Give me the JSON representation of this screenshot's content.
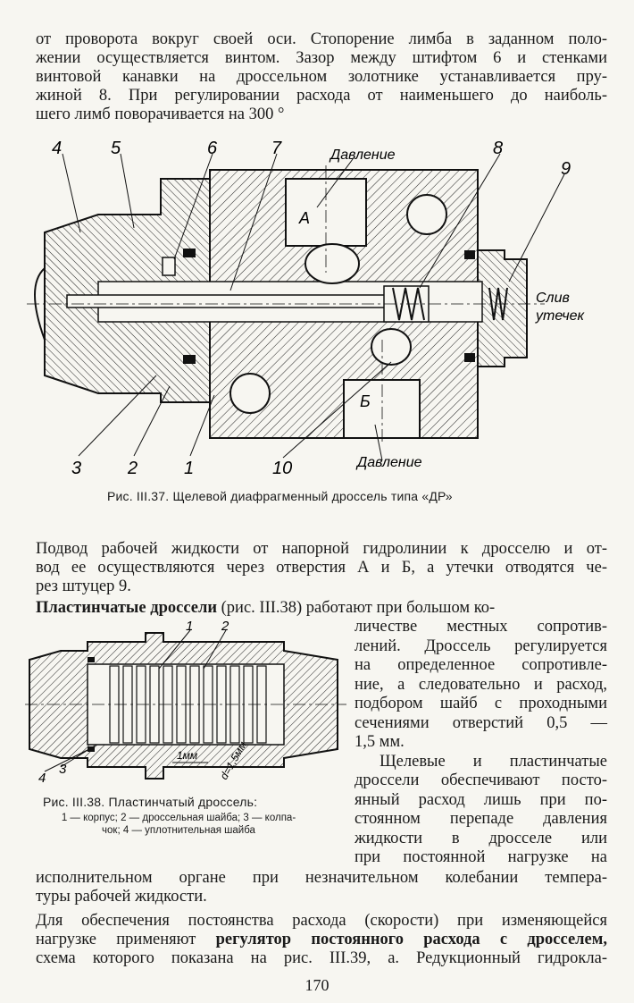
{
  "para1": [
    "от проворота вокруг своей оси. Стопорение лимба в заданном поло-",
    "жении осуществляется винтом. Зазор между штифтом 6 и стенками",
    "винтовой канавки на дроссельном золотнике устанавливается пру-",
    "жиной 8. При регулировании расхода от наименьшего до наиболь-",
    "шего лимб поворачивается на 300 °"
  ],
  "fig37": {
    "caption": "Рис. III.37. Щелевой диафрагменный дроссель типа «ДР»",
    "labels": {
      "n1": "1",
      "n2": "2",
      "n3": "3",
      "n4": "4",
      "n5": "5",
      "n6": "6",
      "n7": "7",
      "n8": "8",
      "n9": "9",
      "n10": "10",
      "pressure_top": "Давление",
      "pressure_bottom": "Давление",
      "port_a": "А",
      "port_b": "Б",
      "drain_1": "Слив",
      "drain_2": "утечек"
    }
  },
  "para2": [
    "Подвод рабочей жидкости от напорной гидролинии к дросселю и от-",
    "вод ее осуществляются через отверстия А и Б, а утечки отводятся че-",
    "рез штуцер 9."
  ],
  "para3": {
    "bold_lead": "Пластинчатые дроссели",
    "lines": [
      " (рис. III.38) работают при большом ко-",
      "личестве местных сопротив-",
      "лений. Дроссель регулируется",
      "на определенное сопротивле-",
      "ние, а следовательно и расход,",
      "подбором шайб с проходными",
      "сечениями отверстий 0,5 —",
      "1,5 мм."
    ]
  },
  "para4": [
    "Щелевые и пластинчатые",
    "дроссели обеспечивают посто-",
    "янный расход лишь при по-",
    "стоянном перепаде давления",
    "жидкости в дросселе или",
    "при постоянной нагрузке на",
    "исполнительном органе при незначительном колебании темпера-",
    "туры рабочей жидкости."
  ],
  "fig38": {
    "caption": "Рис. III.38. Пластинчатый дроссель:",
    "legend_1": "1 — корпус; 2 — дроссельная шайба; 3 — колпа-",
    "legend_2": "чок; 4 — уплотнительная шайба",
    "labels": {
      "n1": "1",
      "n2": "2",
      "n3": "3",
      "n4": "4",
      "dim1": "1мм",
      "dim2": "d=1,5мм"
    }
  },
  "para5": {
    "line1": "Для обеспечения постоянства расхода (скорости) при изменяющейся",
    "line2_a": "нагрузке применяют ",
    "line2_bold": "регулятор постоянного расхода с дросселем,",
    "line3": "схема которого показана на рис. III.39, а. Редукционный гидрокла-"
  },
  "page_number": "170"
}
